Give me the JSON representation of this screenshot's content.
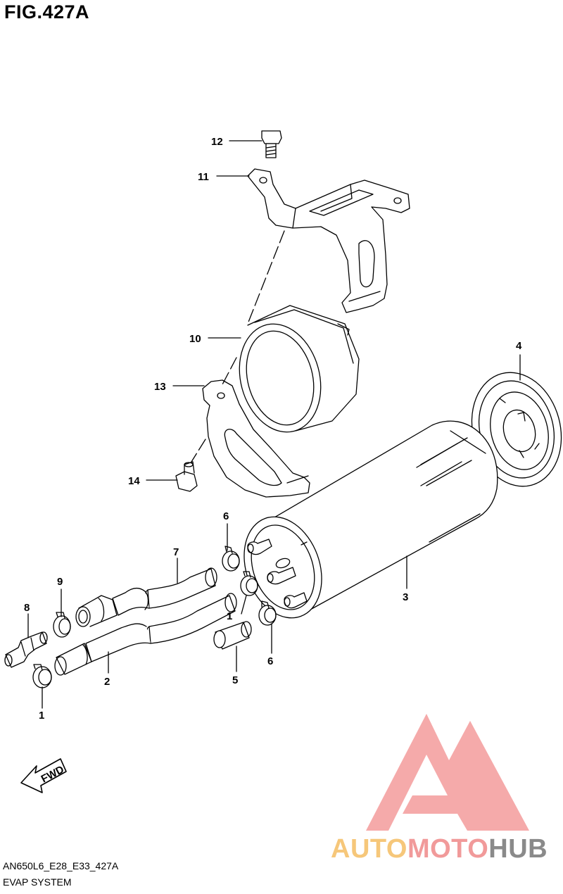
{
  "figure": {
    "title": "FIG.427A",
    "code": "AN650L6_E28_E33_427A",
    "caption": "EVAP SYSTEM"
  },
  "callouts": {
    "c1a": "1",
    "c1b": "1",
    "c2": "2",
    "c3": "3",
    "c4": "4",
    "c5": "5",
    "c6a": "6",
    "c6b": "6",
    "c7": "7",
    "c8": "8",
    "c9": "9",
    "c10": "10",
    "c11": "11",
    "c12": "12",
    "c13": "13",
    "c14": "14"
  },
  "direction_arrow": {
    "label": "FWD"
  },
  "watermark": {
    "part_a": "AUTO",
    "part_b": "MOTO",
    "part_c": "HUB",
    "colors": {
      "auto": "#f6c77a",
      "moto": "#f19a9a",
      "hub": "#8a8a8a"
    }
  }
}
